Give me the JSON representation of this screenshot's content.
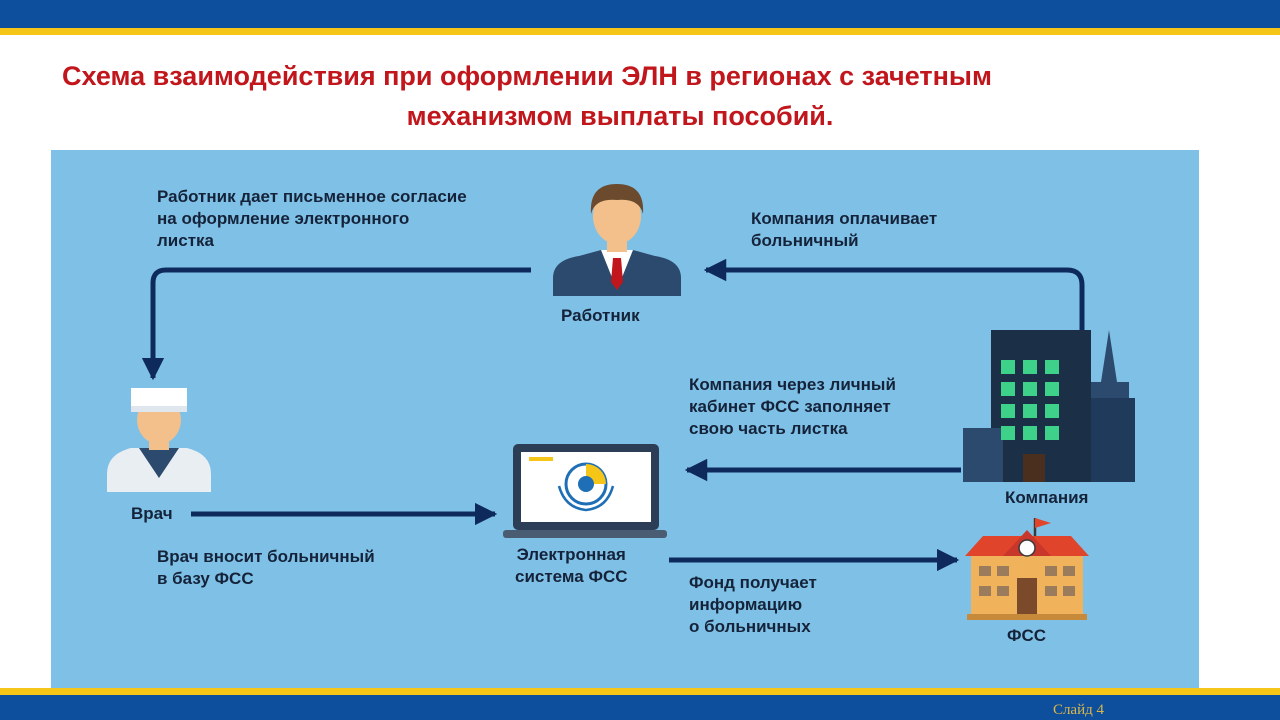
{
  "title": {
    "line1": "Схема взаимодействия при оформлении ЭЛН в регионах с зачетным",
    "line2": "механизмом выплаты пособий."
  },
  "nodes": {
    "worker": "Работник",
    "doctor": "Врач",
    "system_line1": "Электронная",
    "system_line2": "система ФСС",
    "company": "Компания",
    "fss": "ФСС"
  },
  "labels": {
    "worker_consent": [
      "Работник дает письменное согласие",
      "на оформление электронного",
      "листка"
    ],
    "company_pays": [
      "Компания оплачивает",
      "больничный"
    ],
    "company_fills": [
      "Компания через личный",
      "кабинет ФСС заполняет",
      "свою часть листка"
    ],
    "doctor_enters": [
      "Врач вносит больничный",
      "в базу ФСС"
    ],
    "fund_receives": [
      "Фонд получает",
      "информацию",
      "о больничных"
    ]
  },
  "footer": {
    "slide": "Слайд 4"
  },
  "colors": {
    "title": "#c0161c",
    "panel": "#7fc1e6",
    "arrow": "#0e2a5c",
    "bar_blue": "#0d4f9c",
    "bar_gold": "#f5c518"
  }
}
